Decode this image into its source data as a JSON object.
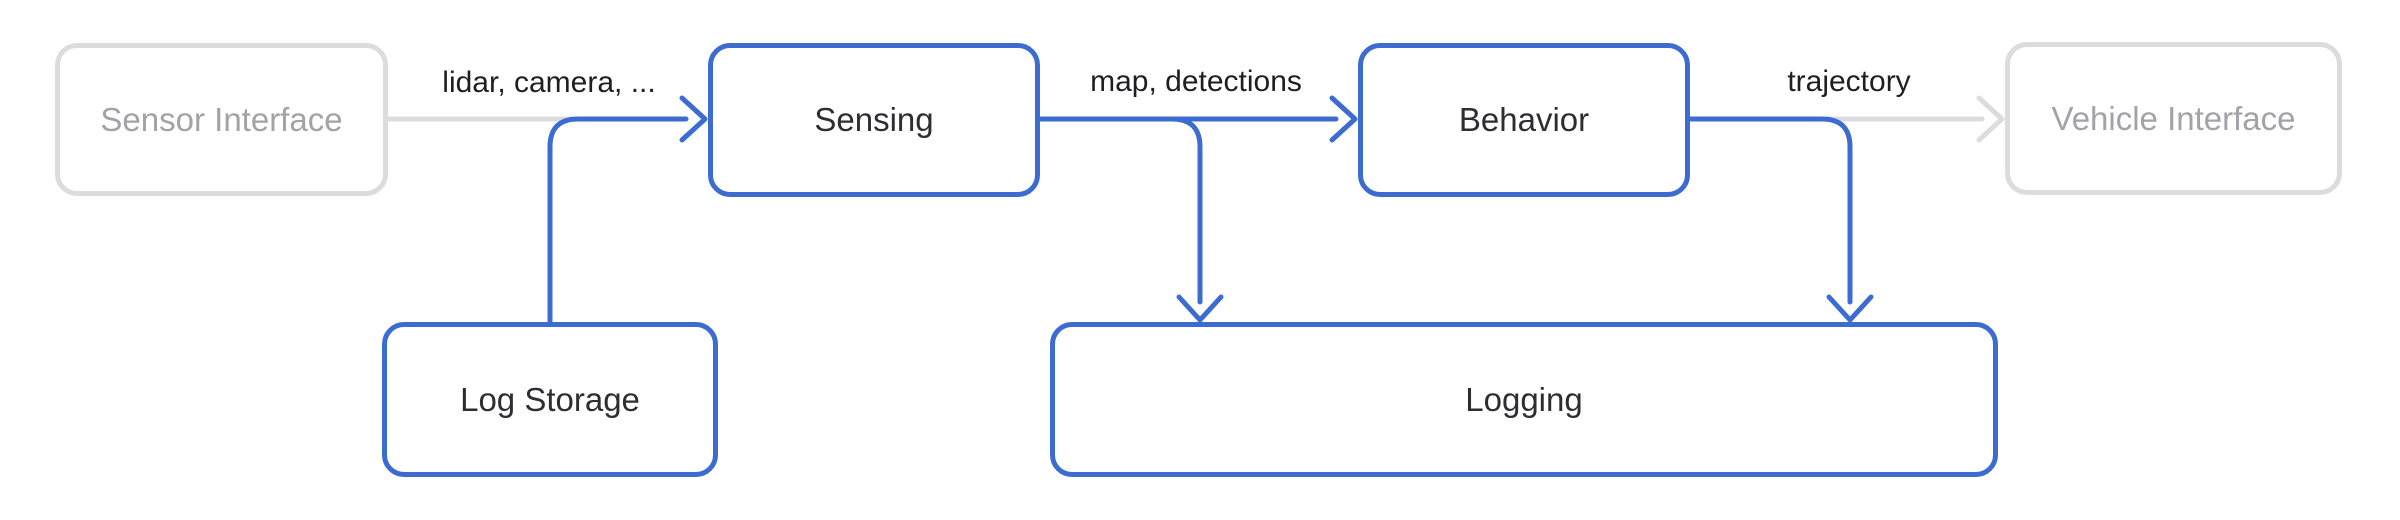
{
  "diagram": {
    "nodes": [
      {
        "id": "sensor-interface",
        "label": "Sensor Interface",
        "state": "inactive"
      },
      {
        "id": "sensing",
        "label": "Sensing",
        "state": "active"
      },
      {
        "id": "behavior",
        "label": "Behavior",
        "state": "active"
      },
      {
        "id": "vehicle-interface",
        "label": "Vehicle Interface",
        "state": "inactive"
      },
      {
        "id": "log-storage",
        "label": "Log Storage",
        "state": "active"
      },
      {
        "id": "logging",
        "label": "Logging",
        "state": "active"
      }
    ],
    "edges": [
      {
        "from": "sensor-interface",
        "to": "sensing",
        "label": "lidar, camera, ...",
        "color": "gray"
      },
      {
        "from": "log-storage",
        "to": "sensing",
        "label": "",
        "color": "blue"
      },
      {
        "from": "sensing",
        "to": "behavior",
        "label": "map, detections",
        "color": "blue"
      },
      {
        "from": "sensing",
        "to": "logging",
        "label": "",
        "color": "blue"
      },
      {
        "from": "behavior",
        "to": "vehicle-interface",
        "label": "trajectory",
        "color": "gray"
      },
      {
        "from": "behavior",
        "to": "logging",
        "label": "",
        "color": "blue"
      }
    ],
    "colors": {
      "active_stroke": "#3c6cd0",
      "inactive_stroke": "#dcdcde",
      "inactive_text": "#a2a2a7",
      "node_text": "#2e2e31",
      "edge_label_text": "#1f1f22",
      "background": "#ffffff"
    }
  }
}
